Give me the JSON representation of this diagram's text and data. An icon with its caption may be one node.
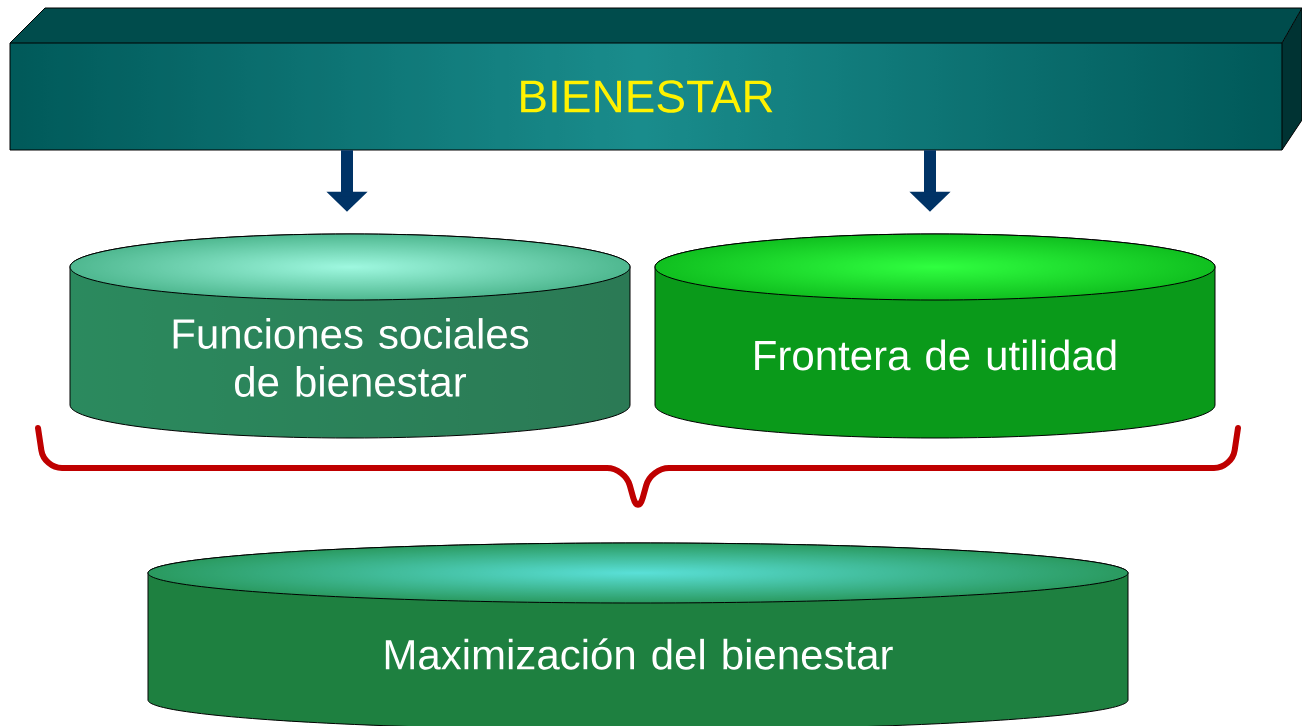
{
  "diagram": {
    "nodes": [
      {
        "text": [
          "BIENESTAR"
        ]
      },
      {
        "text": [
          "Funciones sociales de bienestar"
        ]
      },
      {
        "text": [
          "Frontera de utilidad"
        ]
      },
      {
        "text": [
          "Maximización del bienestar"
        ]
      }
    ],
    "edges": [
      {
        "from": 0,
        "to": 1,
        "arrow": "to"
      },
      {
        "from": 0,
        "to": 2,
        "arrow": "to"
      }
    ]
  }
}
